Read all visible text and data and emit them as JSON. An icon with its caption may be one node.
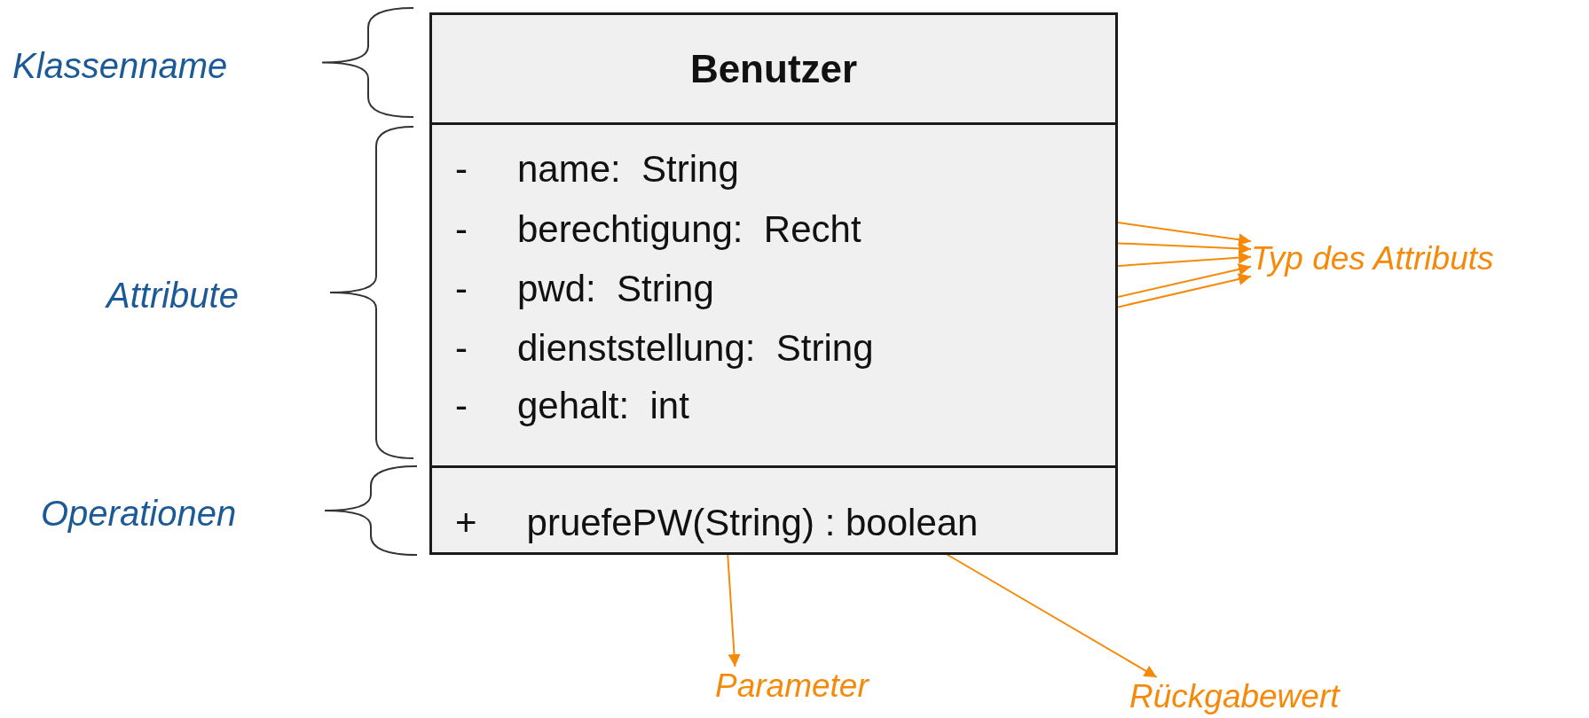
{
  "diagram": {
    "nodes": [
      {
        "text": [],
        "shape": "box"
      },
      {
        "text": [
          "Benutzer"
        ],
        "in": 0
      },
      {
        "text": [
          "-",
          "name:  String"
        ],
        "in": 0
      },
      {
        "text": [
          "-",
          "berechtigung:  Recht"
        ],
        "in": 0
      },
      {
        "text": [
          "-",
          "pwd:  String"
        ],
        "in": 0
      },
      {
        "text": [
          "-",
          "dienststellung:  String"
        ],
        "in": 0
      },
      {
        "text": [
          "-",
          "gehalt:  int"
        ],
        "in": 0
      },
      {
        "text": [
          "+",
          "pruefePW(String) : boolean"
        ],
        "in": 0
      },
      {
        "text": [
          "Typ des Attributs"
        ]
      },
      {
        "text": [
          "Parameter"
        ]
      },
      {
        "text": [
          "Rückgabewert"
        ]
      }
    ],
    "edges": [
      {
        "from": 2,
        "to": 8,
        "arrow": "to"
      },
      {
        "from": 3,
        "to": 8,
        "arrow": "to"
      },
      {
        "from": 4,
        "to": 8,
        "arrow": "to"
      },
      {
        "from": 5,
        "to": 8,
        "arrow": "to"
      },
      {
        "from": 6,
        "to": 8,
        "arrow": "to"
      },
      {
        "from": 7,
        "to": 9,
        "arrow": "to"
      },
      {
        "from": 7,
        "to": 10,
        "arrow": "to"
      }
    ],
    "labels": [
      "Klassenname",
      "Attribute",
      "Operationen"
    ]
  }
}
